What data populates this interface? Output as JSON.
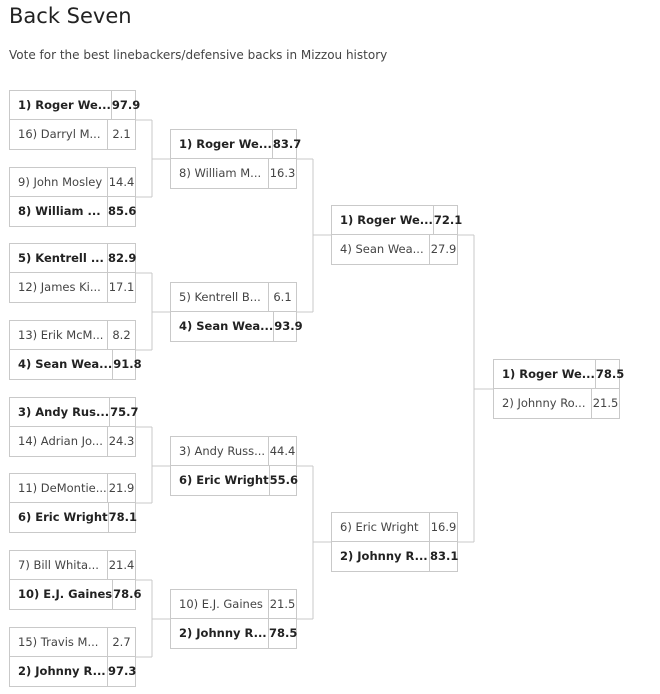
{
  "title": "Back Seven",
  "subtitle": "Vote for the best linebackers/defensive backs in Mizzou history",
  "rounds": [
    {
      "matches": [
        {
          "teams": [
            {
              "name": "1) Roger We...",
              "score": "97.9",
              "win": true
            },
            {
              "name": "16) Darryl M...",
              "score": "2.1",
              "win": false
            }
          ]
        },
        {
          "teams": [
            {
              "name": "9) John Mosley",
              "score": "14.4",
              "win": false
            },
            {
              "name": "8) William ...",
              "score": "85.6",
              "win": true
            }
          ]
        },
        {
          "teams": [
            {
              "name": "5) Kentrell ...",
              "score": "82.9",
              "win": true
            },
            {
              "name": "12) James Ki...",
              "score": "17.1",
              "win": false
            }
          ]
        },
        {
          "teams": [
            {
              "name": "13) Erik McM...",
              "score": "8.2",
              "win": false
            },
            {
              "name": "4) Sean Wea...",
              "score": "91.8",
              "win": true
            }
          ]
        },
        {
          "teams": [
            {
              "name": "3) Andy Rus...",
              "score": "75.7",
              "win": true
            },
            {
              "name": "14) Adrian Jo...",
              "score": "24.3",
              "win": false
            }
          ]
        },
        {
          "teams": [
            {
              "name": "11) DeMontie...",
              "score": "21.9",
              "win": false
            },
            {
              "name": "6) Eric Wright",
              "score": "78.1",
              "win": true
            }
          ]
        },
        {
          "teams": [
            {
              "name": "7) Bill Whita...",
              "score": "21.4",
              "win": false
            },
            {
              "name": "10) E.J. Gaines",
              "score": "78.6",
              "win": true
            }
          ]
        },
        {
          "teams": [
            {
              "name": "15) Travis M...",
              "score": "2.7",
              "win": false
            },
            {
              "name": "2) Johnny R...",
              "score": "97.3",
              "win": true
            }
          ]
        }
      ]
    },
    {
      "matches": [
        {
          "teams": [
            {
              "name": "1) Roger We...",
              "score": "83.7",
              "win": true
            },
            {
              "name": "8) William M...",
              "score": "16.3",
              "win": false
            }
          ]
        },
        {
          "teams": [
            {
              "name": "5) Kentrell B...",
              "score": "6.1",
              "win": false
            },
            {
              "name": "4) Sean Wea...",
              "score": "93.9",
              "win": true
            }
          ]
        },
        {
          "teams": [
            {
              "name": "3) Andy Russ...",
              "score": "44.4",
              "win": false
            },
            {
              "name": "6) Eric Wright",
              "score": "55.6",
              "win": true
            }
          ]
        },
        {
          "teams": [
            {
              "name": "10) E.J. Gaines",
              "score": "21.5",
              "win": false
            },
            {
              "name": "2) Johnny R...",
              "score": "78.5",
              "win": true
            }
          ]
        }
      ]
    },
    {
      "matches": [
        {
          "teams": [
            {
              "name": "1) Roger We...",
              "score": "72.1",
              "win": true
            },
            {
              "name": "4) Sean Wea...",
              "score": "27.9",
              "win": false
            }
          ]
        },
        {
          "teams": [
            {
              "name": "6) Eric Wright",
              "score": "16.9",
              "win": false
            },
            {
              "name": "2) Johnny R...",
              "score": "83.1",
              "win": true
            }
          ]
        }
      ]
    },
    {
      "matches": [
        {
          "teams": [
            {
              "name": "1) Roger We...",
              "score": "78.5",
              "win": true
            },
            {
              "name": "2) Johnny Ro...",
              "score": "21.5",
              "win": false
            }
          ]
        }
      ]
    }
  ]
}
